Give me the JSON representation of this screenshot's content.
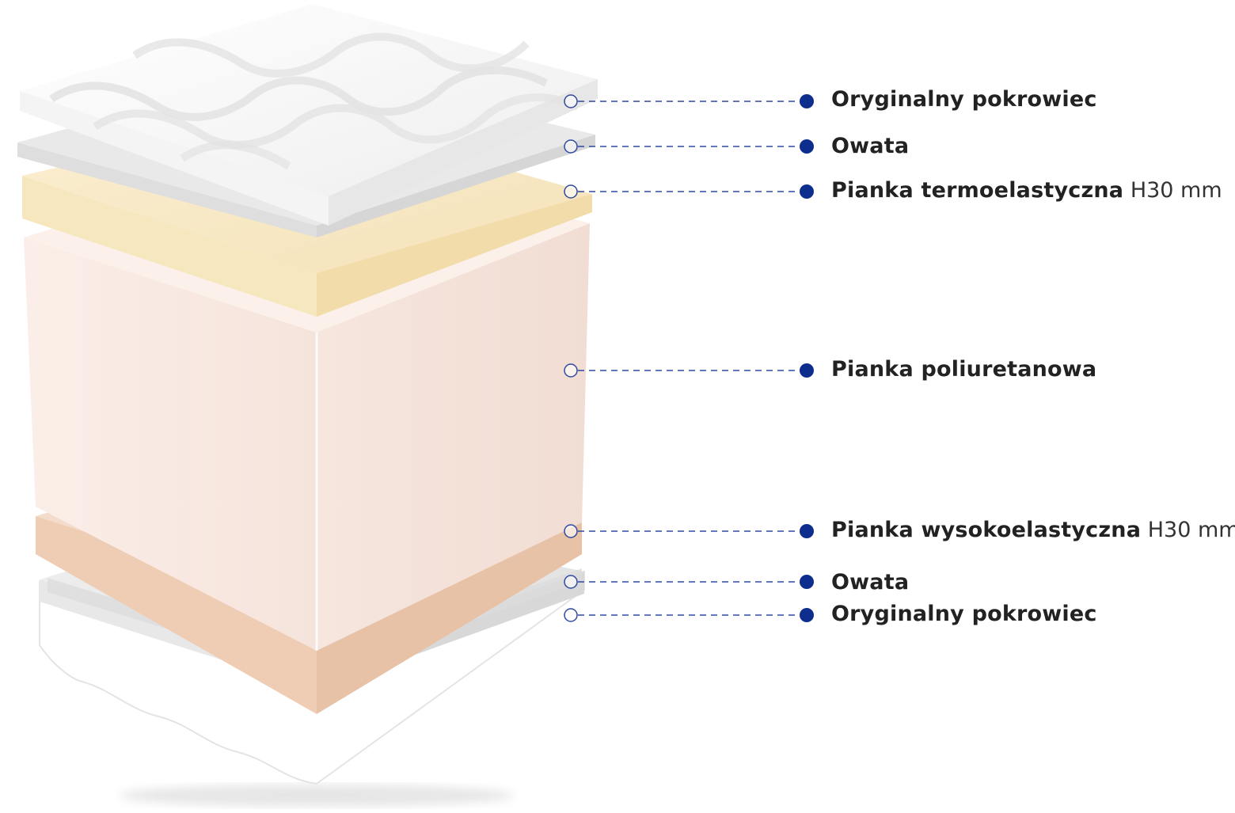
{
  "colors": {
    "accent": "#0d2e8c",
    "leader_line": "#2f4aa0",
    "cover": "#f7f7f7",
    "wadding": "#e9e9e9",
    "thermo_foam": "#f8ebc9",
    "pu_foam": "#f8e8e0",
    "ha_foam": "#efcfb6"
  },
  "layers": [
    {
      "name": "Oryginalny pokrowiec",
      "spec": ""
    },
    {
      "name": "Owata",
      "spec": ""
    },
    {
      "name": "Pianka termoelastyczna",
      "spec": "H30 mm"
    },
    {
      "name": "Pianka poliuretanowa",
      "spec": ""
    },
    {
      "name": "Pianka wysokoelastyczna",
      "spec": "H30 mm"
    },
    {
      "name": "Owata",
      "spec": ""
    },
    {
      "name": "Oryginalny pokrowiec",
      "spec": ""
    }
  ]
}
